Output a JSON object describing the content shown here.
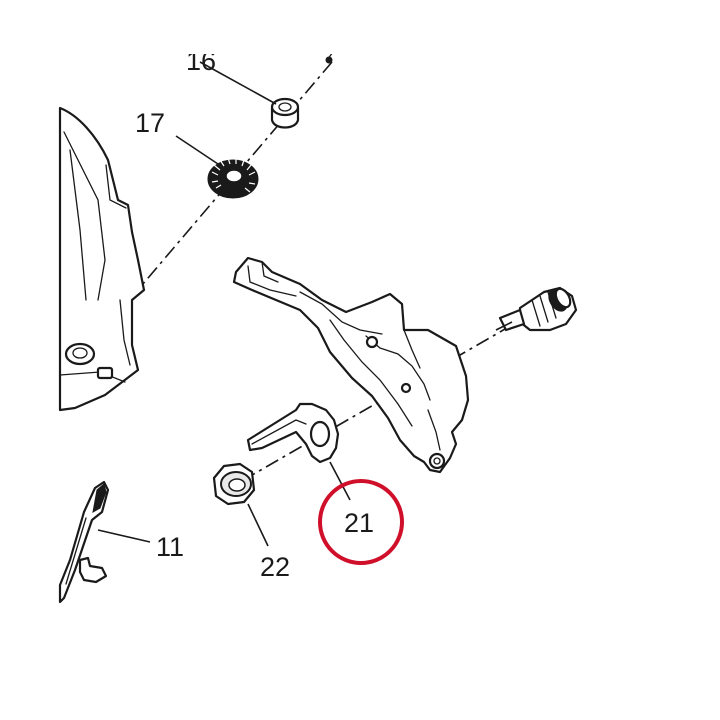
{
  "callouts": {
    "c16": "16",
    "c17": "17",
    "c11": "11",
    "c21": "21",
    "c22": "22"
  },
  "highlight": {
    "target": "21",
    "color": "#d0102a"
  },
  "colors": {
    "line": "#1a1a1a",
    "background": "#ffffff"
  }
}
